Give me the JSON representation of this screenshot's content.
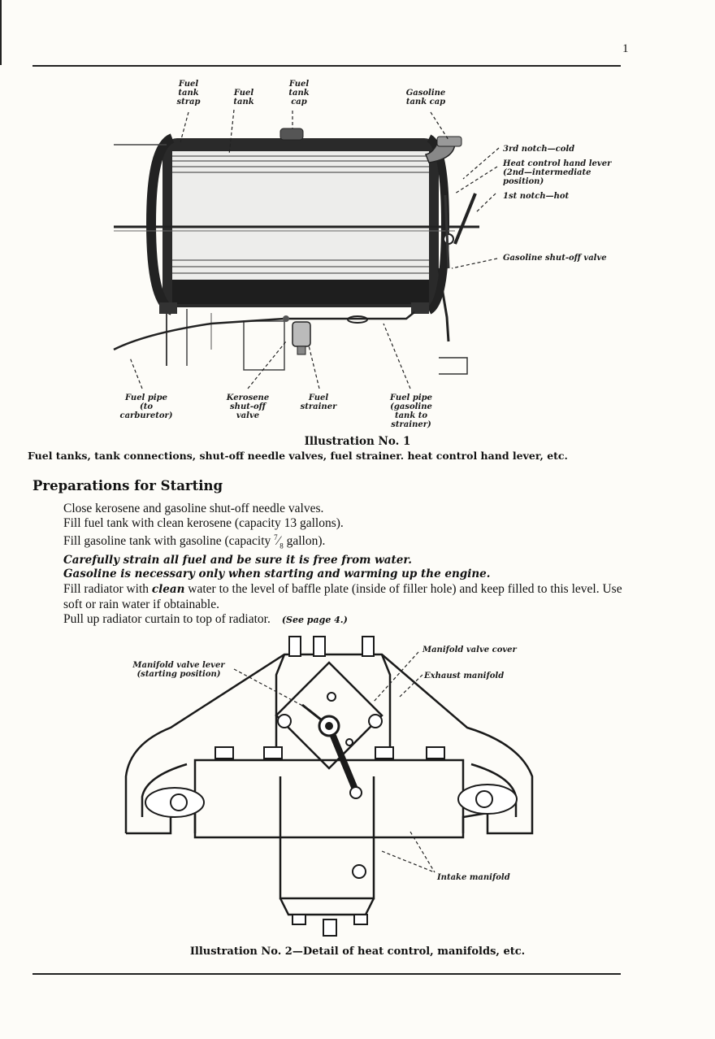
{
  "page": {
    "number": "1"
  },
  "illustration1": {
    "labels": {
      "fuel_tank_strap": [
        "Fuel",
        "tank",
        "strap"
      ],
      "fuel_tank": [
        "Fuel",
        "tank"
      ],
      "fuel_tank_cap": [
        "Fuel",
        "tank",
        "cap"
      ],
      "gasoline_tank_cap": [
        "Gasoline",
        "tank cap"
      ],
      "third_notch": "3rd notch—cold",
      "heat_control": [
        "Heat control hand lever",
        "(2nd—intermediate",
        "position)"
      ],
      "first_notch": "1st notch—hot",
      "gasoline_shutoff": "Gasoline shut-off valve",
      "fuel_pipe_carb": [
        "Fuel pipe",
        "(to",
        "carburetor)"
      ],
      "kerosene_shutoff": [
        "Kerosene",
        "shut-off",
        "valve"
      ],
      "fuel_strainer": [
        "Fuel",
        "strainer"
      ],
      "fuel_pipe_gas": [
        "Fuel pipe",
        "(gasoline",
        "tank to",
        "strainer)"
      ]
    },
    "title": "Illustration No. 1",
    "caption": "Fuel tanks, tank connections, shut-off needle valves, fuel strainer. heat control hand lever, etc."
  },
  "section": {
    "heading": "Preparations for Starting",
    "lines": [
      "Close kerosene and gasoline shut-off needle valves.",
      "Fill fuel tank with clean kerosene (capacity 13 gallons).",
      "Fill gasoline tank with gasoline (capacity ",
      "gallon).",
      "Carefully strain all fuel and be sure it is free from water.",
      "Gasoline is necessary only when starting and warming up the engine.",
      "Fill radiator with ",
      "clean",
      " water to the level of baffle plate (inside of filler hole) and keep filled to this level.  Use soft or rain water if obtainable.",
      "Pull up radiator curtain to top of radiator.",
      "(See page 4.)"
    ],
    "fraction": {
      "num": "7",
      "den": "8"
    }
  },
  "illustration2": {
    "labels": {
      "manifold_valve_lever": [
        "Manifold valve lever",
        "(starting position)"
      ],
      "manifold_valve_cover": "Manifold valve cover",
      "exhaust_manifold": "Exhaust manifold",
      "intake_manifold": "Intake manifold"
    },
    "caption": "Illustration No. 2—Detail of heat control, manifolds, etc."
  }
}
